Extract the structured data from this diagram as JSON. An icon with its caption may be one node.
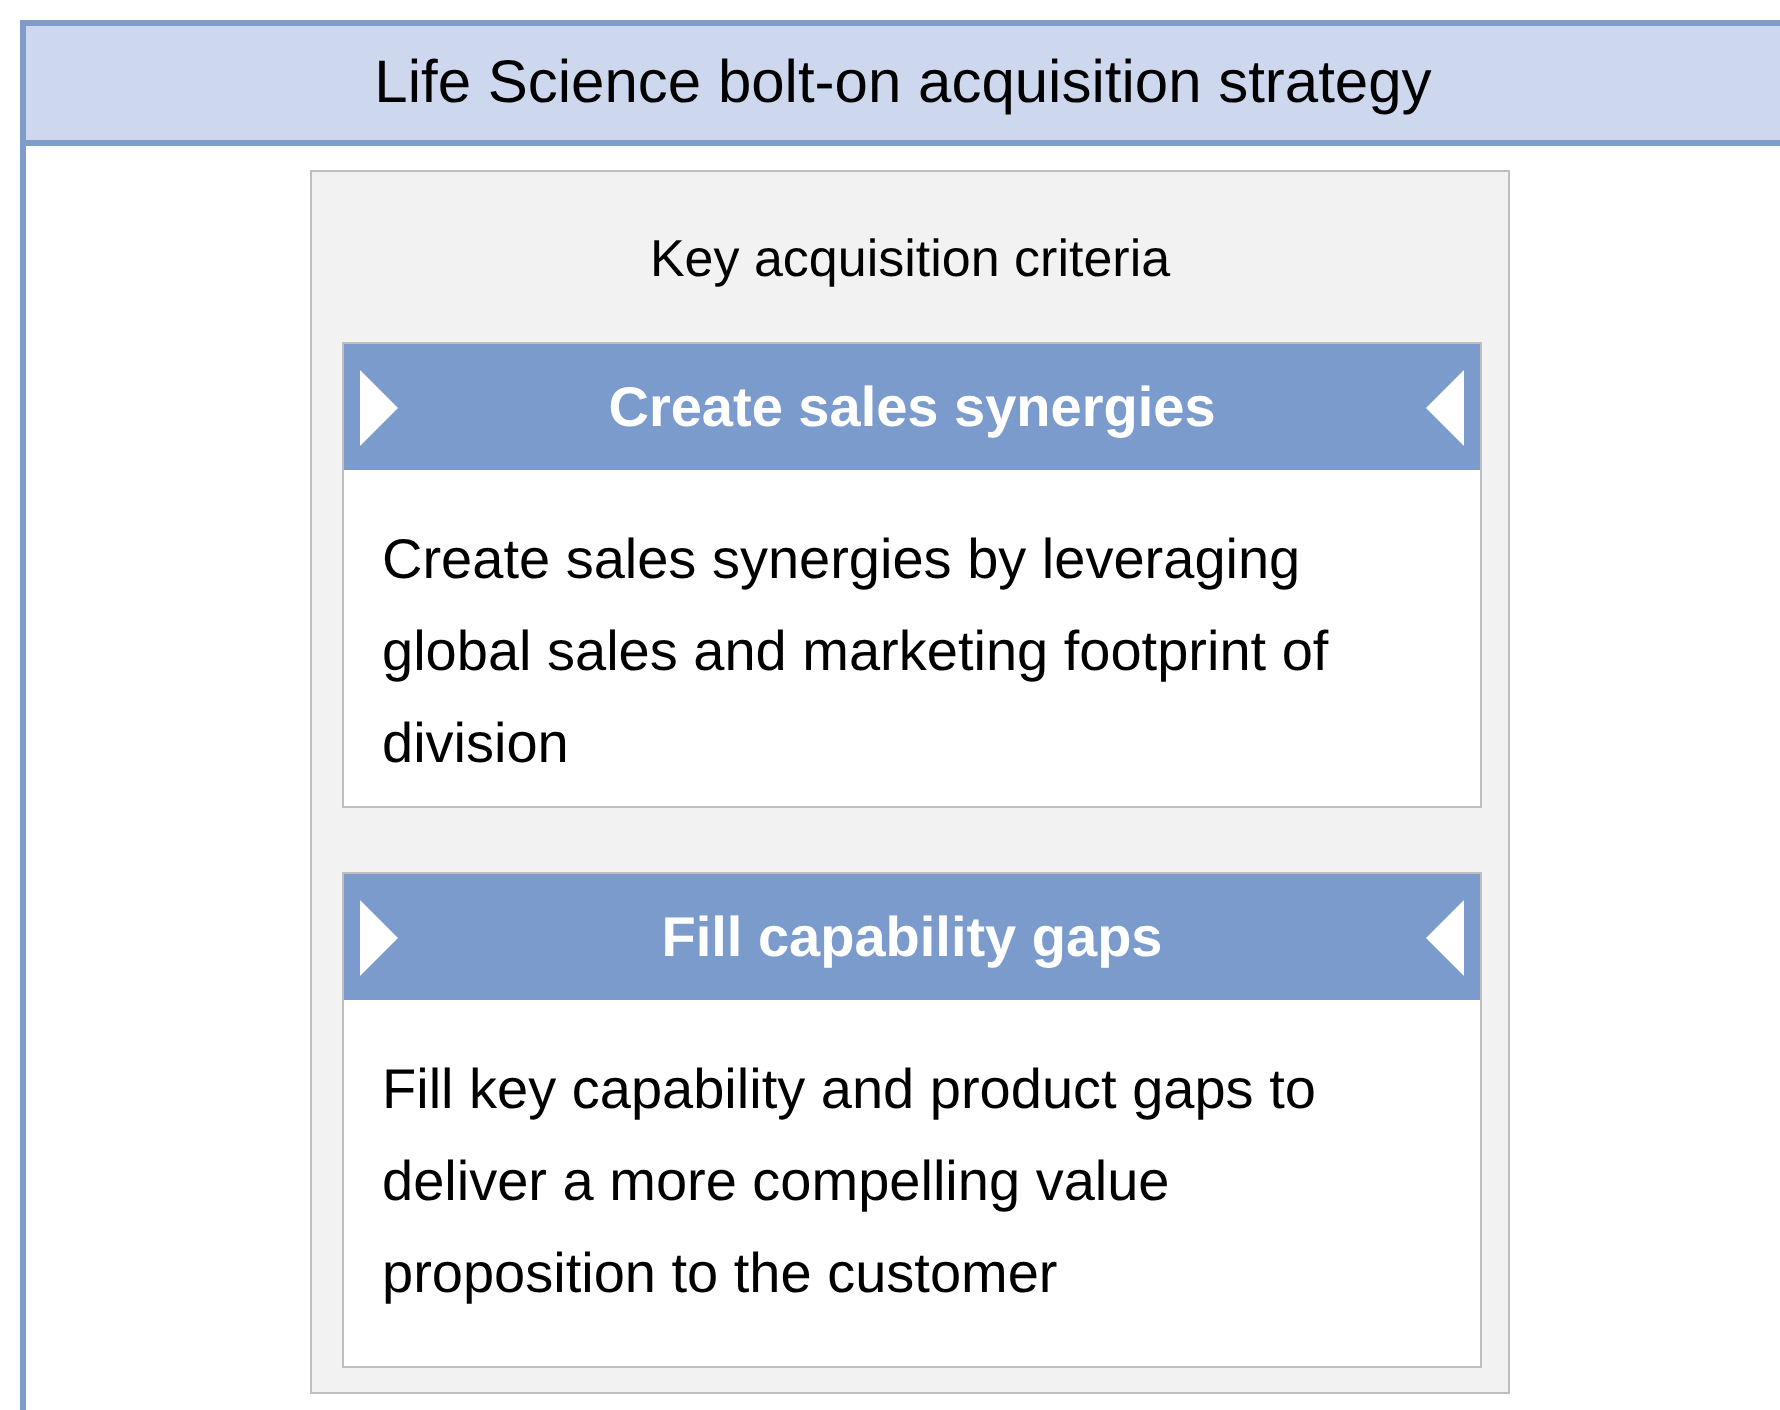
{
  "diagram": {
    "title": "Life Science bolt-on acquisition strategy",
    "nodes": [
      {
        "text": [
          "Key acquisition criteria"
        ]
      },
      {
        "text": [
          "Create sales synergies",
          "Create sales synergies by leveraging global sales and marketing footprint of division"
        ],
        "in": 0
      },
      {
        "text": [
          "Fill capability gaps",
          "Fill key capability and product gaps to deliver a more compelling value proposition to the customer"
        ],
        "in": 0
      }
    ]
  }
}
